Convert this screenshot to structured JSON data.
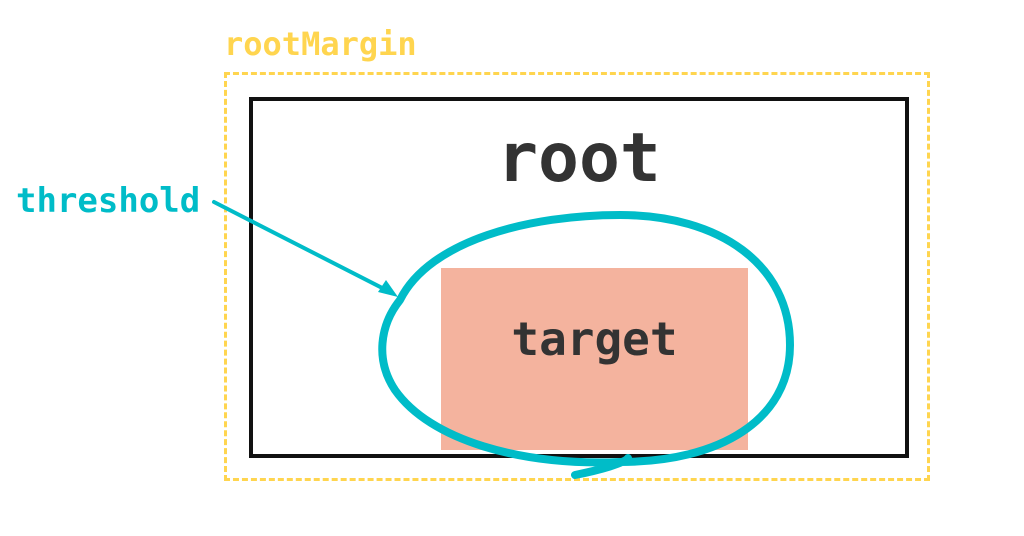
{
  "labels": {
    "root_margin": "rootMargin",
    "threshold": "threshold",
    "root": "root",
    "target": "target"
  },
  "colors": {
    "root_margin": "#FFD54F",
    "threshold": "#00BCC8",
    "root_border": "#111111",
    "target_fill": "#F4B39E",
    "text_dark": "#333333"
  }
}
